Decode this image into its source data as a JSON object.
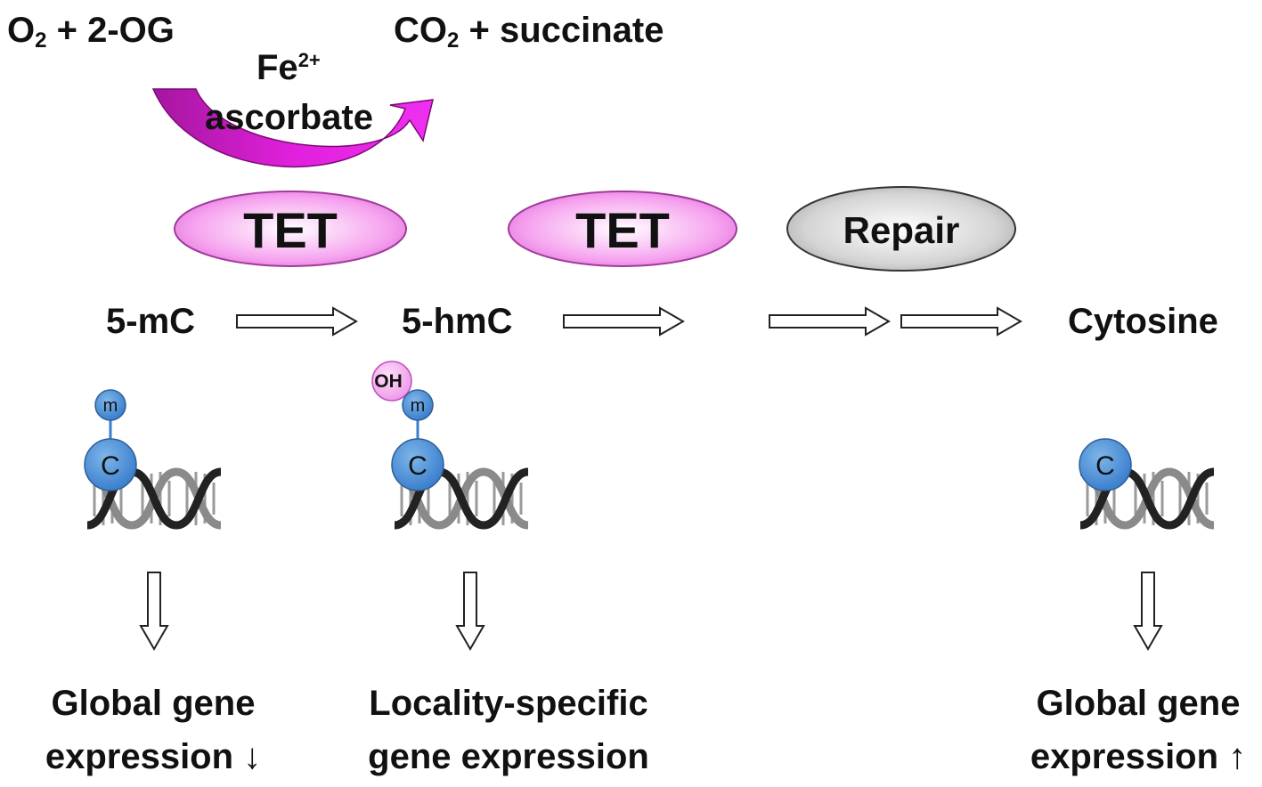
{
  "reaction": {
    "reactant_o2": "O",
    "reactant_o2_sub": "2",
    "reactant_rest": " + 2-OG",
    "product_co2": "CO",
    "product_co2_sub": "2",
    "product_rest": " + succinate",
    "cofactor_fe": "Fe",
    "cofactor_fe_sup": "2+",
    "cofactor_ascorbate": "ascorbate"
  },
  "enzymes": [
    {
      "label": "TET",
      "fill": "#f7a8f0"
    },
    {
      "label": "TET",
      "fill": "#f7a8f0"
    },
    {
      "label": "Repair",
      "fill": "#d9d9d9"
    }
  ],
  "states": {
    "mc": "5-mC",
    "hmc": "5-hmC",
    "cytosine": "Cytosine"
  },
  "bead_labels": {
    "c": "C",
    "m": "m",
    "oh": "OH"
  },
  "outcomes": {
    "left_line1": "Global gene",
    "left_line2": "expression ↓",
    "mid_line1": "Locality-specific",
    "mid_line2": "gene expression",
    "right_line1": "Global gene",
    "right_line2": "expression ↑"
  },
  "colors": {
    "magenta_arrow": "#d21bd4",
    "tet_fill": "#f7a8f0",
    "repair_fill": "#d9d9d9",
    "bead_blue": "#4a90d9",
    "oh_fill": "#f7b6f0"
  },
  "icons": [
    "curved-arrow-icon",
    "block-arrow-right-icon",
    "block-arrow-down-icon",
    "dna-helix-icon"
  ]
}
